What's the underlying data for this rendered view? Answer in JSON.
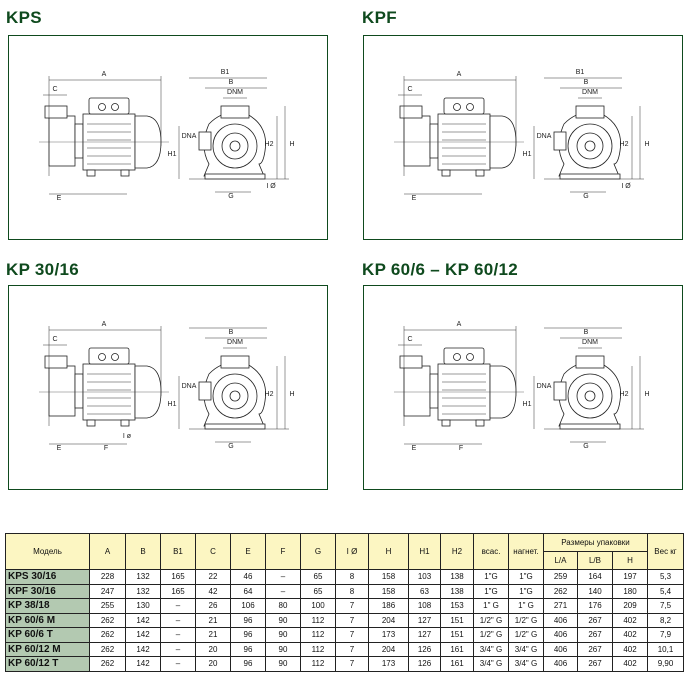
{
  "sections": [
    {
      "title": "KPS",
      "labels": {
        "A": "A",
        "C": "C",
        "E": "E",
        "B1": "B1",
        "B": "B",
        "DNM": "DNM",
        "DNA": "DNA",
        "H1": "H1",
        "H2": "H2",
        "H": "H",
        "G": "G",
        "I": "I Ø"
      }
    },
    {
      "title": "KPF",
      "labels": {
        "A": "A",
        "C": "C",
        "E": "E",
        "B1": "B1",
        "DNM": "DNM",
        "DNA": "DNA",
        "H1": "H1",
        "H2": "H2",
        "H": "H",
        "G": "G",
        "B": "B",
        "I": "I Ø"
      }
    },
    {
      "title": "KP 30/16",
      "labels": {
        "A": "A",
        "C": "C",
        "E": "E",
        "F": "F",
        "I_side": "I ø",
        "B": "B",
        "DNM": "DNM",
        "DNA": "DNA",
        "H1": "H1",
        "H2": "H2",
        "H": "H",
        "G": "G"
      }
    },
    {
      "title": "KP  60/6 – KP 60/12",
      "labels": {
        "A": "A",
        "C": "C",
        "E": "E",
        "F": "F",
        "B": "B",
        "DNM": "DNM",
        "DNA": "DNA",
        "H1": "H1",
        "H2": "H2",
        "H": "H",
        "G": "G"
      }
    }
  ],
  "table": {
    "headers": {
      "model": "Модель",
      "A": "A",
      "B": "B",
      "B1": "B1",
      "C": "C",
      "E": "E",
      "F": "F",
      "G": "G",
      "I": "I Ø",
      "H": "H",
      "H1": "H1",
      "H2": "H2",
      "suction": "всас.",
      "discharge": "нагнет.",
      "packaging": "Размеры упаковки",
      "LA": "L/A",
      "LB": "L/B",
      "PH": "H",
      "weight": "Вес кг"
    },
    "rows": [
      [
        "KPS 30/16",
        "228",
        "132",
        "165",
        "22",
        "46",
        "–",
        "65",
        "8",
        "158",
        "103",
        "138",
        "1\"G",
        "1\"G",
        "259",
        "164",
        "197",
        "5,3"
      ],
      [
        "KPF 30/16",
        "247",
        "132",
        "165",
        "42",
        "64",
        "–",
        "65",
        "8",
        "158",
        "63",
        "138",
        "1\"G",
        "1\"G",
        "262",
        "140",
        "180",
        "5,4"
      ],
      [
        "KP 38/18",
        "255",
        "130",
        "–",
        "26",
        "106",
        "80",
        "100",
        "7",
        "186",
        "108",
        "153",
        "1\" G",
        "1\" G",
        "271",
        "176",
        "209",
        "7,5"
      ],
      [
        "KP 60/6 M",
        "262",
        "142",
        "–",
        "21",
        "96",
        "90",
        "112",
        "7",
        "204",
        "127",
        "151",
        "1/2\" G",
        "1/2\" G",
        "406",
        "267",
        "402",
        "8,2"
      ],
      [
        "KP 60/6 T",
        "262",
        "142",
        "–",
        "21",
        "96",
        "90",
        "112",
        "7",
        "173",
        "127",
        "151",
        "1/2\" G",
        "1/2\" G",
        "406",
        "267",
        "402",
        "7,9"
      ],
      [
        "KP 60/12 M",
        "262",
        "142",
        "–",
        "20",
        "96",
        "90",
        "112",
        "7",
        "204",
        "126",
        "161",
        "3/4\" G",
        "3/4\" G",
        "406",
        "267",
        "402",
        "10,1"
      ],
      [
        "KP 60/12 T",
        "262",
        "142",
        "–",
        "20",
        "96",
        "90",
        "112",
        "7",
        "173",
        "126",
        "161",
        "3/4\" G",
        "3/4\" G",
        "406",
        "267",
        "402",
        "9,90"
      ]
    ]
  },
  "colors": {
    "border": "#0f4a1e",
    "title": "#0f4a1e",
    "header_bg": "#fcf6c2",
    "model_bg": "#b3c9b1"
  }
}
